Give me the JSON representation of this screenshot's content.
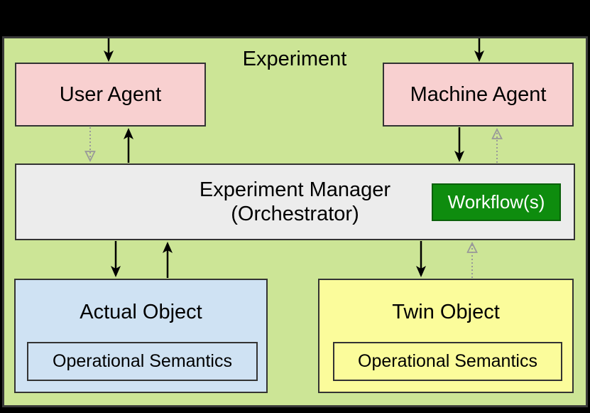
{
  "diagram": {
    "type": "architecture-block-diagram",
    "container": {
      "label": "Experiment"
    },
    "nodes": {
      "user_agent": {
        "label": "User Agent"
      },
      "machine_agent": {
        "label": "Machine Agent"
      },
      "experiment_manager": {
        "label_line1": "Experiment Manager",
        "label_line2": "(Orchestrator)"
      },
      "workflow": {
        "label": "Workflow(s)"
      },
      "actual_object": {
        "label": "Actual Object",
        "sublabel": "Operational Semantics"
      },
      "twin_object": {
        "label": "Twin Object",
        "sublabel": "Operational Semantics"
      }
    },
    "edges": [
      {
        "from": "outside-top",
        "to": "user_agent",
        "style": "solid"
      },
      {
        "from": "outside-top",
        "to": "machine_agent",
        "style": "solid"
      },
      {
        "from": "user_agent",
        "to": "experiment_manager",
        "style": "dotted"
      },
      {
        "from": "experiment_manager",
        "to": "user_agent",
        "style": "solid"
      },
      {
        "from": "machine_agent",
        "to": "experiment_manager",
        "style": "solid"
      },
      {
        "from": "experiment_manager",
        "to": "machine_agent",
        "style": "dotted"
      },
      {
        "from": "experiment_manager",
        "to": "actual_object",
        "style": "solid"
      },
      {
        "from": "actual_object",
        "to": "experiment_manager",
        "style": "solid"
      },
      {
        "from": "experiment_manager",
        "to": "twin_object",
        "style": "solid"
      },
      {
        "from": "twin_object",
        "to": "experiment_manager",
        "style": "dotted"
      }
    ],
    "colors": {
      "background": "#000000",
      "container_fill": "#cce596",
      "container_border": "#3a3a3a",
      "box_border": "#333333",
      "agent_fill": "#f8d0d0",
      "manager_fill": "#ececec",
      "workflow_fill": "#0e8c0e",
      "workflow_border": "#0a600a",
      "workflow_text": "#ffffff",
      "actual_fill": "#cfe2f3",
      "twin_fill": "#fbfc9b",
      "arrow_solid": "#000000",
      "arrow_dotted": "#999999",
      "text_color": "#000000"
    }
  }
}
